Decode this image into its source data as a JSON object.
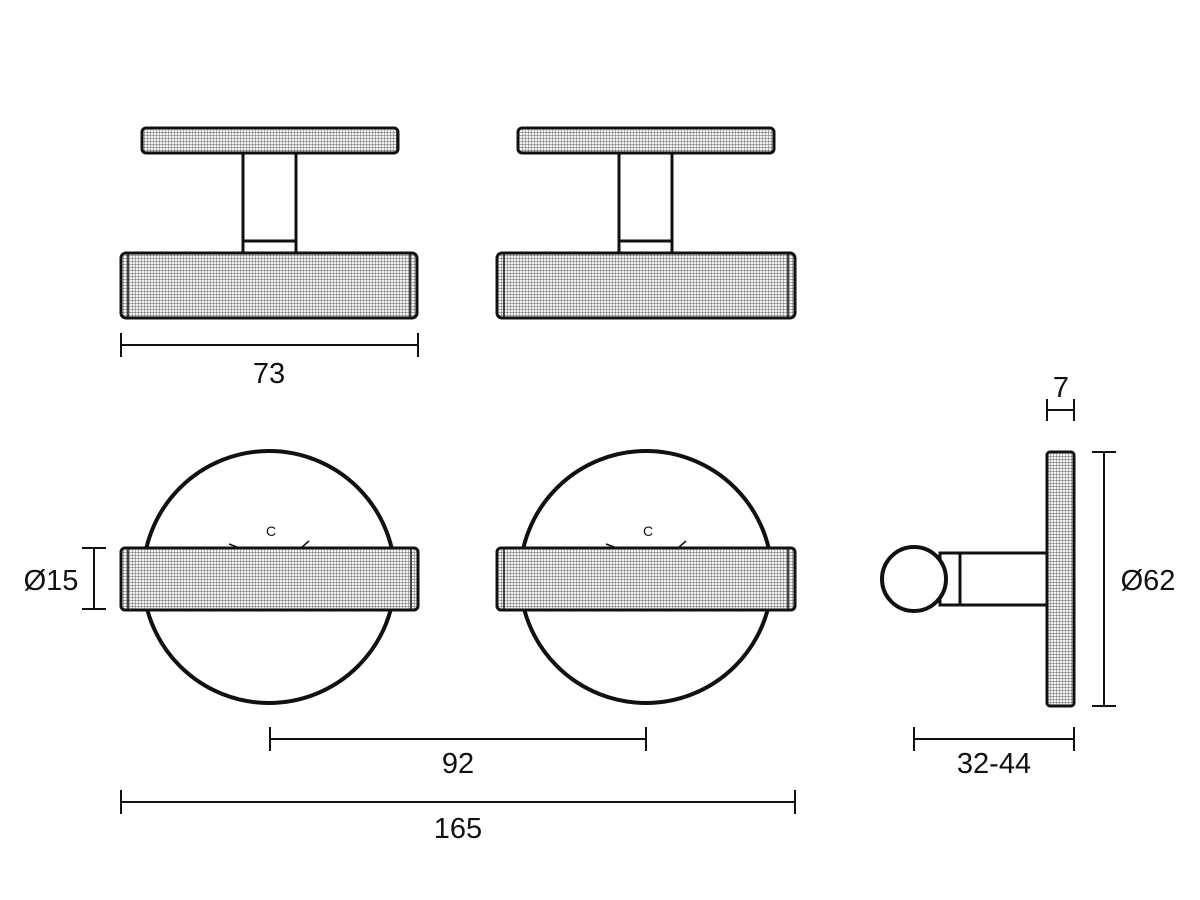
{
  "dimensions": {
    "top_width": "73",
    "center_distance": "92",
    "overall_width": "165",
    "bar_diameter": "Ø15",
    "rose_diameter": "Ø62",
    "rose_thickness": "7",
    "door_thickness": "32-44"
  },
  "annotations": {
    "left_mark": "C",
    "right_mark": "C"
  },
  "colors": {
    "line": "#111111",
    "knurl_fill": "#e2e2e2"
  }
}
